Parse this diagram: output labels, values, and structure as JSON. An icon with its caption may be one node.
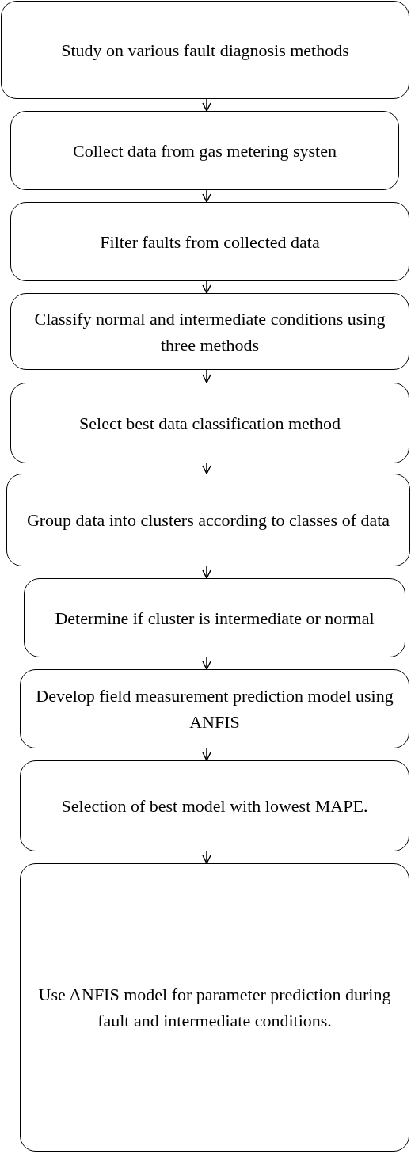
{
  "diagram": {
    "nodes": [
      {
        "text": [
          "Study on various fault diagnosis methods"
        ]
      },
      {
        "text": [
          "Collect data from gas metering systen"
        ]
      },
      {
        "text": [
          "Filter faults from collected data"
        ]
      },
      {
        "text": [
          "Classify normal and intermediate conditions using three methods"
        ]
      },
      {
        "text": [
          "Select best data classification method"
        ]
      },
      {
        "text": [
          "Group data into clusters according to classes of data"
        ]
      },
      {
        "text": [
          "Determine if cluster is intermediate or normal"
        ]
      },
      {
        "text": [
          "Develop field measurement prediction model using ANFIS"
        ]
      },
      {
        "text": [
          "Selection of best model with lowest MAPE."
        ]
      },
      {
        "text": [
          "Use ANFIS model for parameter prediction during fault and intermediate conditions."
        ]
      }
    ],
    "edges": [
      {
        "from": 0,
        "to": 1,
        "arrow": "to"
      },
      {
        "from": 1,
        "to": 2,
        "arrow": "to"
      },
      {
        "from": 2,
        "to": 3,
        "arrow": "to"
      },
      {
        "from": 3,
        "to": 4,
        "arrow": "to"
      },
      {
        "from": 4,
        "to": 5,
        "arrow": "to"
      },
      {
        "from": 5,
        "to": 6,
        "arrow": "to"
      },
      {
        "from": 6,
        "to": 7,
        "arrow": "to"
      },
      {
        "from": 7,
        "to": 8,
        "arrow": "to"
      },
      {
        "from": 8,
        "to": 9,
        "arrow": "to"
      }
    ]
  }
}
